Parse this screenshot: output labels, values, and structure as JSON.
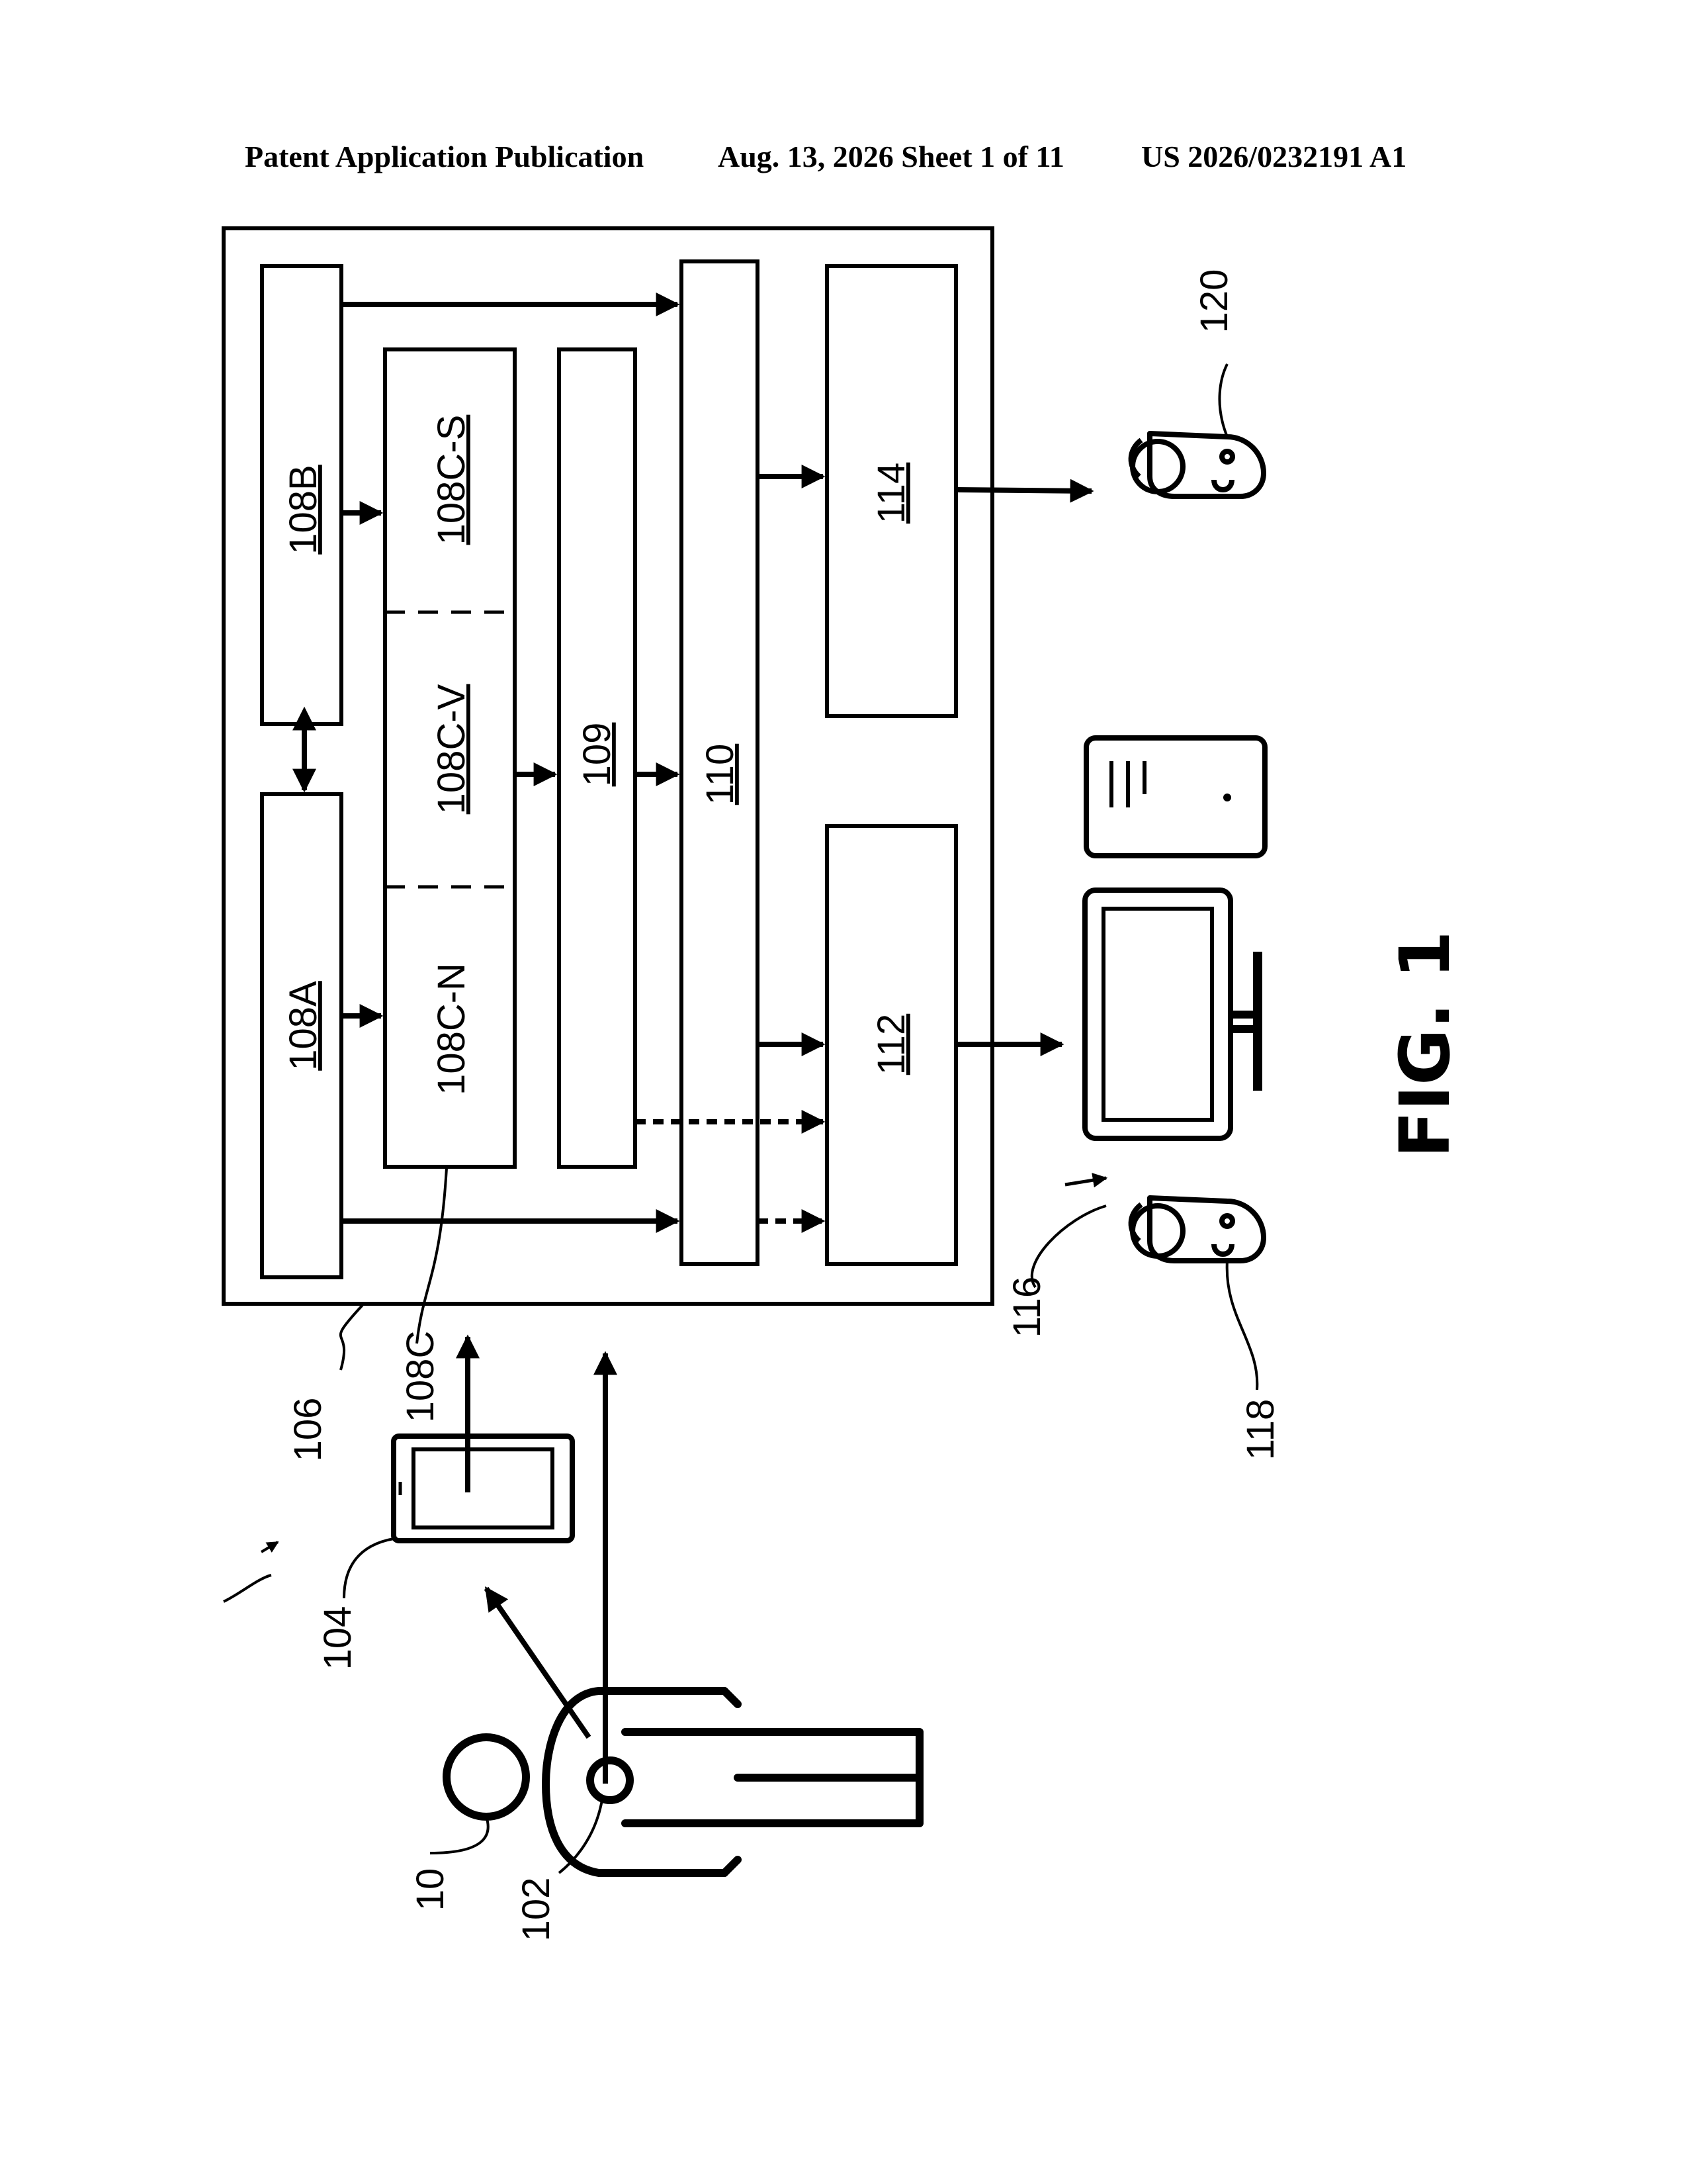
{
  "header": {
    "publication": "Patent Application Publication",
    "date_sheet": "Aug. 13, 2026  Sheet 1 of 11",
    "number": "US 2026/0232191 A1"
  },
  "figure": {
    "caption": "FIG. 1",
    "labels": {
      "l108A": "108A",
      "l108B": "108B",
      "l108CN": "108C-N",
      "l108CV": "108C-V",
      "l108CS": "108C-S",
      "l109": "109",
      "l110": "110",
      "l112": "112",
      "l114": "114",
      "l106": "106",
      "l108C": "108C",
      "l104": "104",
      "l10": "10",
      "l102": "102",
      "l116": "116",
      "l118": "118",
      "l120": "120"
    }
  }
}
